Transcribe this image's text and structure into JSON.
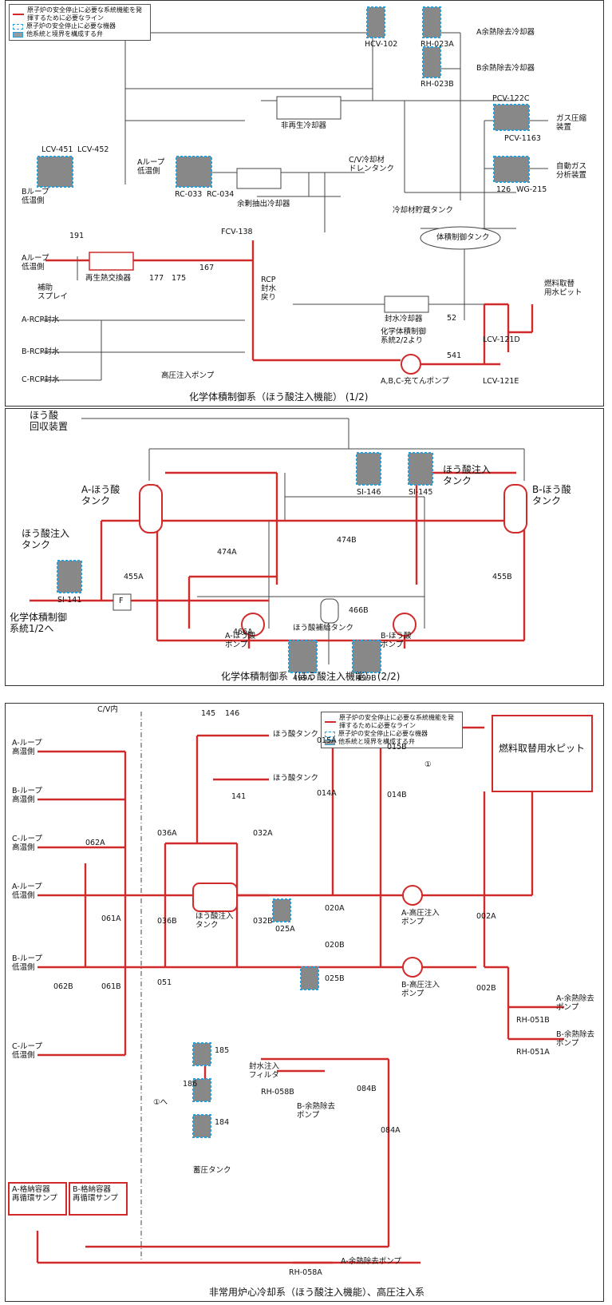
{
  "colors": {
    "essential_line": "#d12a2a",
    "essential_equipment_border": "#2aa0d8",
    "boundary_valve_fill": "#9a9a9a",
    "normal_line": "#444444"
  },
  "legend": {
    "red_line": "原子炉の安全停止に必要な系統機能を発揮するために必要なライン",
    "blue_dashed": "原子炉の安全停止に必要な機器",
    "gray_valve": "他系統と境界を構成する弁"
  },
  "panel1": {
    "caption": "化学体積制御系（ほう酸注入機能） (1/2)",
    "labels": {
      "hcv102": "HCV-102",
      "rh023a": "RH-023A",
      "rh023b": "RH-023B",
      "a_rhr_cooler": "A余熱除去冷却器",
      "b_rhr_cooler": "B余熱除去冷却器",
      "non_regen_hx": "非再生冷却器",
      "pcv122c": "PCV-122C",
      "pcv1163": "PCV-1163",
      "gas_compressor": "ガス圧縮\n装置",
      "v126": "126",
      "wg215": "WG-215",
      "auto_gas": "自動ガス\n分析装置",
      "lcv451": "LCV-451",
      "lcv452": "LCV-452",
      "b_loop_cold": "Bループ\n低温側",
      "a_loop_cold_top": "Aループ\n低温側",
      "rc033": "RC-033",
      "rc034": "RC-034",
      "excess_letdown": "余剰抽出冷却器",
      "cv_drain": "C/V冷却材\nドレンタンク",
      "coolant_storage": "冷却材貯蔵タンク",
      "vct": "体積制御タンク",
      "v191": "191",
      "fcv138": "FCV-138",
      "a_loop_cold": "Aループ\n低温側",
      "regen_hx": "再生熱交換器",
      "v177": "177",
      "v175": "175",
      "v167": "167",
      "aux_spray": "補助\nスプレイ",
      "rcp_seal_return": "RCP\n封水\n戻り",
      "seal_water_cooler": "封水冷却器",
      "refuel_pit": "燃料取替\n用水ピット",
      "a_rcp_seal": "A-RCP封水",
      "b_rcp_seal": "B-RCP封水",
      "c_rcp_seal": "C-RCP封水",
      "v52": "52",
      "cvcs_from": "化学体積制御\n系統2/2より",
      "v541": "541",
      "lcv121d": "LCV-121D",
      "lcv121e": "LCV-121E",
      "hp_injection_pump": "高圧注入ポンプ",
      "charging_pumps": "A,B,C-充てんポンプ"
    }
  },
  "panel2": {
    "caption": "化学体積制御系（ほう酸注入機能） (2/2)",
    "labels": {
      "ba_recovery": "ほう酸\n回収装置",
      "si146": "SI-146",
      "si145": "SI-145",
      "ba_injection_tank_r": "ほう酸注入\nタンク",
      "a_ba_tank": "A-ほう酸\nタンク",
      "b_ba_tank": "B-ほう酸\nタンク",
      "ba_injection_tank_l": "ほう酸注入\nタンク",
      "v474b": "474B",
      "v474a": "474A",
      "si141": "SI-141",
      "v455a": "455A",
      "v455b": "455B",
      "cvcs_to": "化学体積制御\n系統1/2へ",
      "flow_f": "F",
      "v466b": "466B",
      "v466a": "466A",
      "ba_makeup_tank": "ほう酸補給タンク",
      "a_ba_pump": "A-ほう酸\nポンプ",
      "b_ba_pump": "B-ほう酸\nポンプ",
      "v499a": "499A",
      "v499b": "499B"
    }
  },
  "panel3": {
    "caption": "非常用炉心冷却系（ほう酸注入機能）、高圧注入系",
    "labels": {
      "cv_inside": "C/V内",
      "a_loop_hot": "A-ループ\n高温側",
      "b_loop_hot": "B-ループ\n高温側",
      "c_loop_hot": "C-ループ\n高温側",
      "a_loop_cold": "A-ループ\n低温側",
      "b_loop_cold": "B-ループ\n低温側",
      "c_loop_cold": "C-ループ\n低温側",
      "v062a": "062A",
      "v061a": "061A",
      "v062b": "062B",
      "v061b": "061B",
      "v145": "145",
      "v146": "146",
      "ba_tank_1": "ほう酸タンク",
      "ba_tank_2": "ほう酸タンク",
      "v141": "141",
      "v015a": "015A",
      "v015b": "015B",
      "v014a": "014A",
      "v014b": "014B",
      "circle1": "①",
      "refuel_pit": "燃料取替用水ピット",
      "v036a": "036A",
      "v036b": "036B",
      "v032a": "032A",
      "v032b": "032B",
      "bit": "ほう酸注入\nタンク",
      "v025a": "025A",
      "v020a": "020A",
      "v020b": "020B",
      "v025b": "025B",
      "a_hp_pump": "A-高圧注入\nポンプ",
      "b_hp_pump": "B-高圧注入\nポンプ",
      "v002a": "002A",
      "v002b": "002B",
      "v051": "051",
      "v185": "185",
      "v186": "186",
      "v184": "184",
      "to_circle1": "①へ",
      "seal_inj_filter": "封水注入\nフィルタ",
      "rh058b": "RH-058B",
      "b_rhr_pump_mid": "B-余熱除去\nポンプ",
      "v084b": "084B",
      "v084a": "084A",
      "accumulator": "蓄圧タンク",
      "a_sump": "A-格納容器\n再循環サンプ",
      "b_sump": "B-格納容器\n再循環サンプ",
      "rh058a": "RH-058A",
      "a_rhr_pump_bottom": "A-余熱除去ポンプ",
      "rh051a": "RH-051A",
      "rh051b": "RH-051B",
      "a_rhr_pump_right": "A-余熱除去\nポンプ",
      "b_rhr_pump_right": "B-余熱除去\nポンプ"
    }
  }
}
